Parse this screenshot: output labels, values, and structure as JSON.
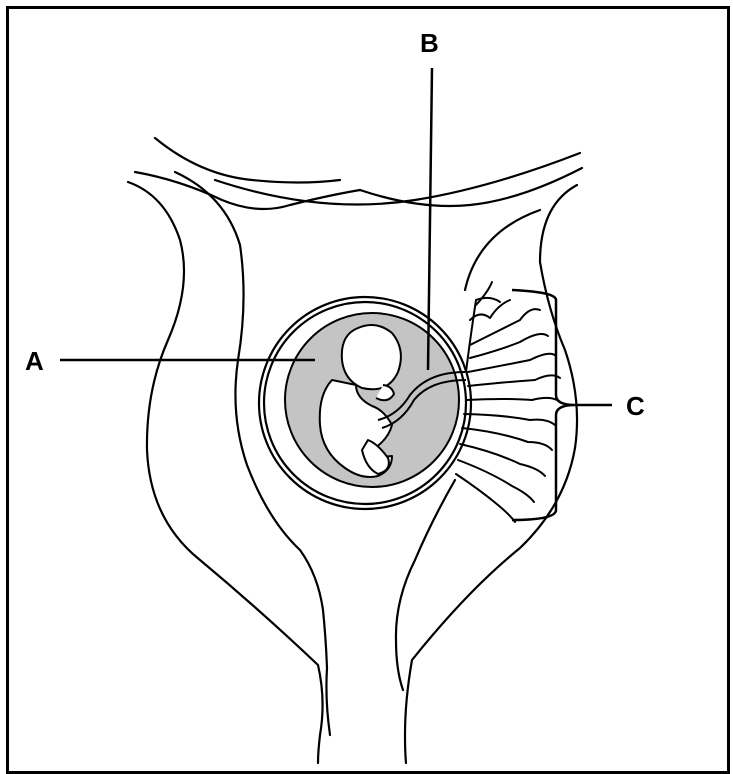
{
  "labels": {
    "a": "A",
    "b": "B",
    "c": "C"
  },
  "colors": {
    "line": "#000000",
    "amniotic_fill": "#c4c4c4",
    "background": "#ffffff"
  }
}
